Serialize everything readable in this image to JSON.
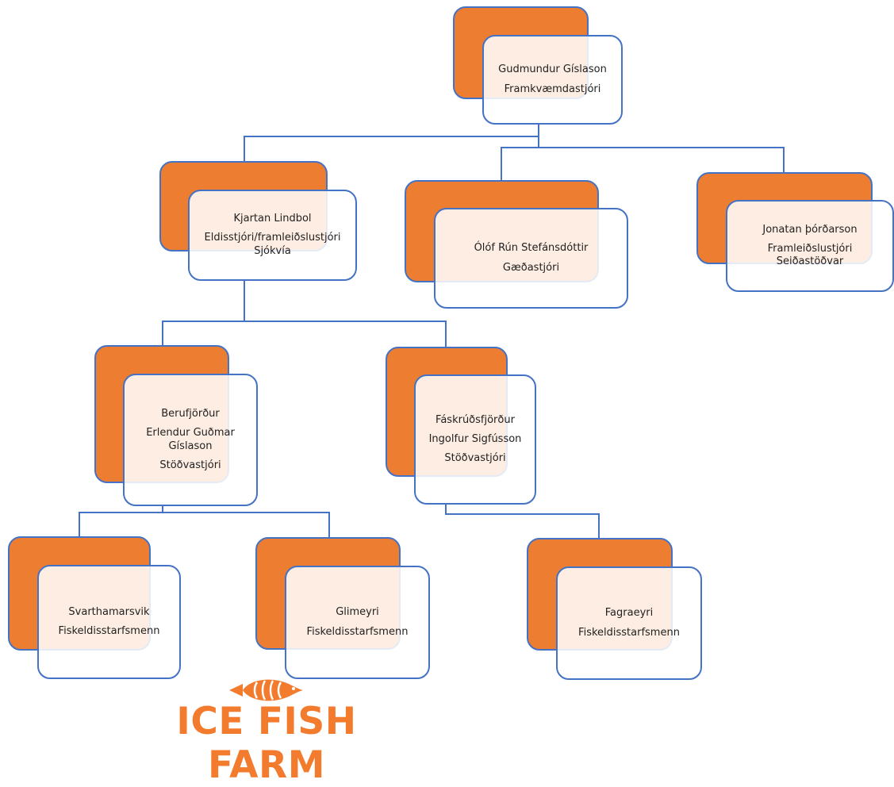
{
  "org_chart": {
    "ceo": {
      "name": "Gudmundur Gíslason",
      "role": "Framkvæmdastjóri"
    },
    "kjartan": {
      "name": "Kjartan Lindbol",
      "role": "Eldisstjóri/framleiðslustjóri",
      "unit": "Sjókvía"
    },
    "olof": {
      "name": "Ólóf Rún Stefánsdóttir",
      "role": "Gæðastjóri"
    },
    "jonatan": {
      "name": "Jonatan þórðarson",
      "role": "Framleiðslustjóri",
      "unit": "Seiðastöðvar"
    },
    "berufjordur": {
      "site": "Berufjörður",
      "manager": "Erlendur Guðmar Gíslason",
      "role": "Stöðvastjóri"
    },
    "faskrudsfjordur": {
      "site": "Fáskrúðsfjörður",
      "manager": "Ingolfur Sigfússon",
      "role": "Stöðvastjóri"
    },
    "svarthamarsvik": {
      "site": "Svarthamarsvik",
      "role": "Fiskeldisstarfsmenn"
    },
    "glimeyri": {
      "site": "Glimeyri",
      "role": "Fiskeldisstarfsmenn"
    },
    "fagraeyri": {
      "site": "Fagraeyri",
      "role": "Fiskeldisstarfsmenn"
    }
  },
  "logo": {
    "text": "ICE FISH FARM"
  },
  "colors": {
    "box_fill": "#ED7D31",
    "border": "#4472C4",
    "logo": "#F37B2E"
  }
}
